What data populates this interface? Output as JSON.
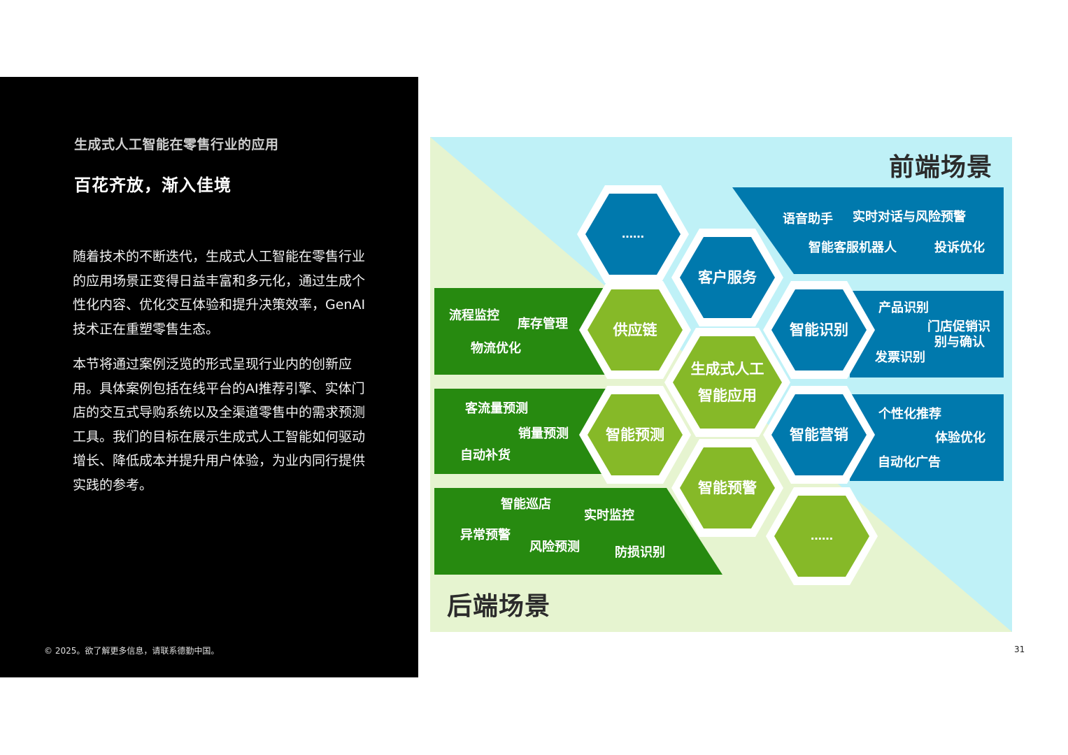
{
  "left_panel": {
    "section_label": "生成式人工智能在零售行业的应用",
    "headline": "百花齐放，渐入佳境",
    "paragraphs": [
      "随着技术的不断迭代，生成式人工智能在零售行业的应用场景正变得日益丰富和多元化，通过生成个性化内容、优化交互体验和提升决策效率，GenAI技术正在重塑零售生态。",
      "本节将通过案例泛览的形式呈现行业内的创新应用。具体案例包括在线平台的AI推荐引擎、实体门店的交互式导购系统以及全渠道零售中的需求预测工具。我们的目标在展示生成式人工智能如何驱动增长、降低成本并提升用户体验，为业内同行提供实践的参考。"
    ],
    "footer": "© 2025。欲了解更多信息，请联系德勤中国。"
  },
  "page_number": "31",
  "diagram": {
    "colors": {
      "frontend_bg": "#bff1f7",
      "backend_bg": "#e6f4d0",
      "blue": "#0079ad",
      "dark_green": "#278a10",
      "light_green": "#86b928",
      "hex_border": "#ffffff",
      "title_text": "#2b2b2b"
    },
    "frontend_title": "前端场景",
    "backend_title": "后端场景",
    "center_hex": {
      "line1": "生成式人工",
      "line2": "智能应用"
    },
    "hexes": {
      "more_blue": "……",
      "customer_service": "客户服务",
      "supply_chain": "供应链",
      "smart_recognition": "智能识别",
      "smart_forecast": "智能预测",
      "smart_marketing": "智能营销",
      "smart_alert": "智能预警",
      "more_green": "……"
    },
    "bands": {
      "customer_service": [
        "语音助手",
        "实时对话与风险预警",
        "智能客服机器人",
        "投诉优化"
      ],
      "smart_recognition": [
        "产品识别",
        "门店促销识",
        "别与确认",
        "发票识别"
      ],
      "smart_marketing": [
        "个性化推荐",
        "体验优化",
        "自动化广告"
      ],
      "supply_chain": [
        "流程监控",
        "库存管理",
        "物流优化"
      ],
      "smart_forecast": [
        "客流量预测",
        "销量预测",
        "自动补货"
      ],
      "smart_alert": [
        "智能巡店",
        "实时监控",
        "异常预警",
        "风险预测",
        "防损识别"
      ]
    }
  }
}
